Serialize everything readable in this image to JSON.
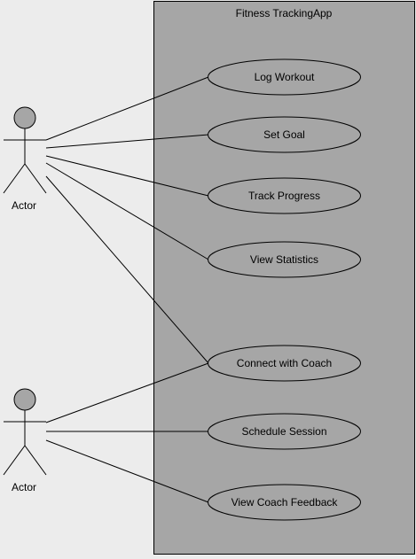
{
  "diagram": {
    "system_title": "Fitness TrackingApp",
    "colors": {
      "canvas_bg": "#ececec",
      "system_fill": "#a6a6a6",
      "usecase_fill": "#a6a6a6",
      "actor_head_fill": "#a6a6a6",
      "stroke": "#000000"
    },
    "actors": [
      {
        "label": "Actor"
      },
      {
        "label": "Actor"
      }
    ],
    "use_cases": [
      {
        "label": "Log Workout"
      },
      {
        "label": "Set Goal"
      },
      {
        "label": "Track Progress"
      },
      {
        "label": "View Statistics"
      },
      {
        "label": "Connect with Coach"
      },
      {
        "label": "Schedule Session"
      },
      {
        "label": "View Coach Feedback"
      }
    ],
    "associations": [
      {
        "actor": 0,
        "use_case": 0
      },
      {
        "actor": 0,
        "use_case": 1
      },
      {
        "actor": 0,
        "use_case": 2
      },
      {
        "actor": 0,
        "use_case": 3
      },
      {
        "actor": 0,
        "use_case": 4
      },
      {
        "actor": 1,
        "use_case": 4
      },
      {
        "actor": 1,
        "use_case": 5
      },
      {
        "actor": 1,
        "use_case": 6
      }
    ]
  }
}
